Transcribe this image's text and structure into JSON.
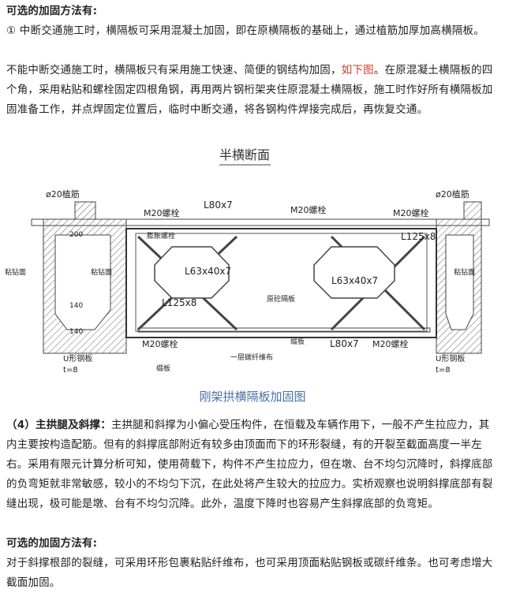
{
  "heading1": "可选的加固方法有:",
  "para1": "① 中断交通施工时，横隔板可采用混凝土加固，即在原横隔板的基础上，通过植筋加厚加高横隔板。",
  "para2_a": "不能中断交通施工时，横隔板只有采用施工快速、简便的钢结构加固，",
  "para2_link": "如下图",
  "para2_b": "。在原混凝土横隔板的四个角，采用粘贴和螺栓固定四根角钢，再用两片钢桁架夹住原混凝土横隔板，施工时作好所有横隔板加固准备工作，并点焊固定位置后，临时中断交通，将各钢构件焊接完成后，再恢复交通。",
  "figure": {
    "title": "半横断面",
    "caption": "刚架拱横隔板加固图",
    "labels": {
      "rebar_l": "ø20植筋",
      "rebar_r": "ø20植筋",
      "m20_tl": "M20螺栓",
      "m20_tc": "M20螺栓",
      "m20_tr": "M20螺栓",
      "m20_bl": "M20螺栓",
      "m20_br": "M20螺栓",
      "l80_top": "L80x7",
      "l80_bot": "L80x7",
      "l125_l": "L125x8",
      "l125_r": "L125x8",
      "l63_l": "L63x40x7",
      "l63_r": "L63x40x7",
      "bond_l": "粘钻面",
      "bond_l2": "粘钻面",
      "bond_r": "粘钻面",
      "plate_l": "膨胀螺栓",
      "center": "原砼隔板",
      "fiber": "一层碳纤维布",
      "gusset": "缀板",
      "gusset_l": "缀板",
      "u_l": "U形钢板",
      "u_l_t": "t=8",
      "u_r": "U形钢板",
      "u_r_t": "t=8",
      "d200": "200",
      "d140a": "140",
      "d140b": "140"
    }
  },
  "para3_h": "（4）主拱腿及斜撑：",
  "para3": "主拱腿和斜撑为小偏心受压构件，在恒载及车辆作用下，一般不产生拉应力，其内主要按构造配筋。但有的斜撑底部附近有较多由顶面而下的环形裂缝，有的开裂至截面高度一半左右。采用有限元计算分析可知，使用荷载下，构件不产生拉应力，但在墩、台不均匀沉降时，斜撑底部的负弯矩就非常敏感，较小的不均匀下沉，在此处将产生较大的拉应力。实桥观察也说明斜撑底部有裂缝出现，极可能是墩、台有不均匀沉降。此外，温度下降时也容易产生斜撑底部的负弯矩。",
  "heading2": "可选的加固方法有:",
  "para4": "对于斜撑根部的裂缝，可采用环形包裹粘贴纤维布，也可采用顶面粘贴钢板或碳纤维条。也可考虑增大截面加固。"
}
